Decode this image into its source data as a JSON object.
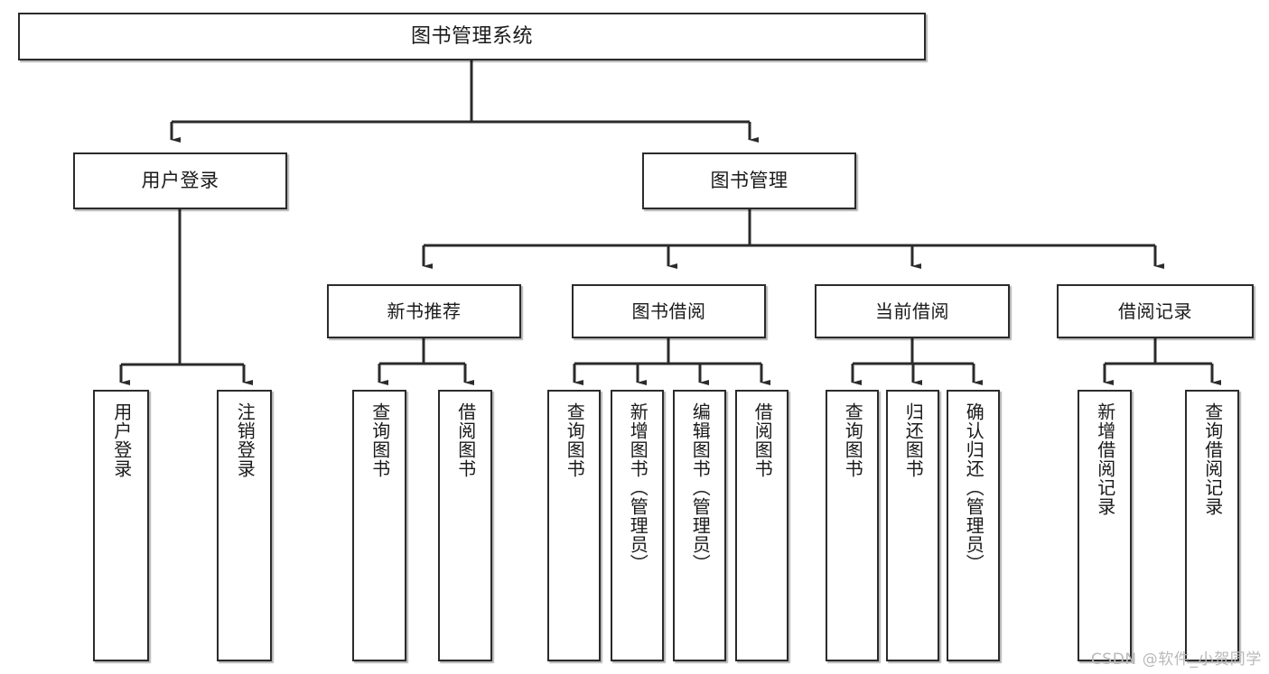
{
  "diagram": {
    "title": "图书管理系统",
    "type": "tree",
    "watermark": "CSDN @软件_小贺同学",
    "colors": {
      "box_border": "#2b2b2b",
      "box_fill": "#ffffff",
      "connector": "#2b2b2b",
      "text": "#1a1a1a",
      "watermark": "#b9b9b9"
    },
    "nodes": {
      "root": {
        "label": "图书管理系统"
      },
      "level2": [
        {
          "id": "user-login",
          "label": "用户登录"
        },
        {
          "id": "book-management",
          "label": "图书管理"
        }
      ],
      "level3": [
        {
          "id": "new-book-recommend",
          "label": "新书推荐",
          "parent": "book-management"
        },
        {
          "id": "book-borrow",
          "label": "图书借阅",
          "parent": "book-management"
        },
        {
          "id": "current-borrow",
          "label": "当前借阅",
          "parent": "book-management"
        },
        {
          "id": "borrow-record",
          "label": "借阅记录",
          "parent": "book-management"
        }
      ],
      "leaves": [
        {
          "id": "leaf-user-login",
          "label": "用户登录",
          "parent": "user-login"
        },
        {
          "id": "leaf-user-logout",
          "label": "注销登录",
          "parent": "user-login"
        },
        {
          "id": "leaf-query-book-1",
          "label": "查询图书",
          "parent": "new-book-recommend"
        },
        {
          "id": "leaf-borrow-book-1",
          "label": "借阅图书",
          "parent": "new-book-recommend"
        },
        {
          "id": "leaf-query-book-2",
          "label": "查询图书",
          "parent": "book-borrow"
        },
        {
          "id": "leaf-add-book",
          "label": "新增图书（管理员）",
          "parent": "book-borrow"
        },
        {
          "id": "leaf-edit-book",
          "label": "编辑图书（管理员）",
          "parent": "book-borrow"
        },
        {
          "id": "leaf-borrow-book-2",
          "label": "借阅图书",
          "parent": "book-borrow"
        },
        {
          "id": "leaf-query-book-3",
          "label": "查询图书",
          "parent": "current-borrow"
        },
        {
          "id": "leaf-return-book",
          "label": "归还图书",
          "parent": "current-borrow"
        },
        {
          "id": "leaf-confirm-return",
          "label": "确认归还（管理员）",
          "parent": "current-borrow"
        },
        {
          "id": "leaf-add-record",
          "label": "新增借阅记录",
          "parent": "borrow-record"
        },
        {
          "id": "leaf-query-record",
          "label": "查询借阅记录",
          "parent": "borrow-record"
        }
      ]
    }
  }
}
